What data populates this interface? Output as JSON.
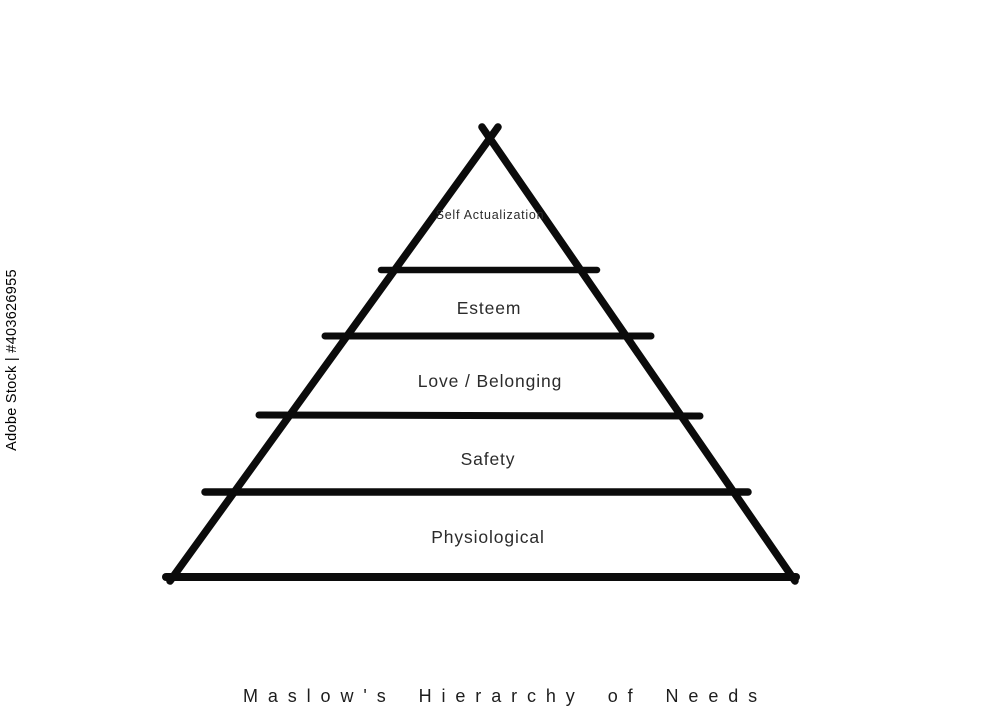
{
  "diagram": {
    "type": "pyramid",
    "title": "Maslow's Hierarchy of Needs",
    "levels": [
      {
        "label": "Self Actualization"
      },
      {
        "label": "Esteem"
      },
      {
        "label": "Love / Belonging"
      },
      {
        "label": "Safety"
      },
      {
        "label": "Physiological"
      }
    ]
  },
  "watermark": "Adobe Stock | #403626955",
  "colors": {
    "stroke": "#0b0b0b",
    "background": "#ffffff",
    "label_text": "#2b2b2b",
    "title_text": "#1d1d1d"
  }
}
